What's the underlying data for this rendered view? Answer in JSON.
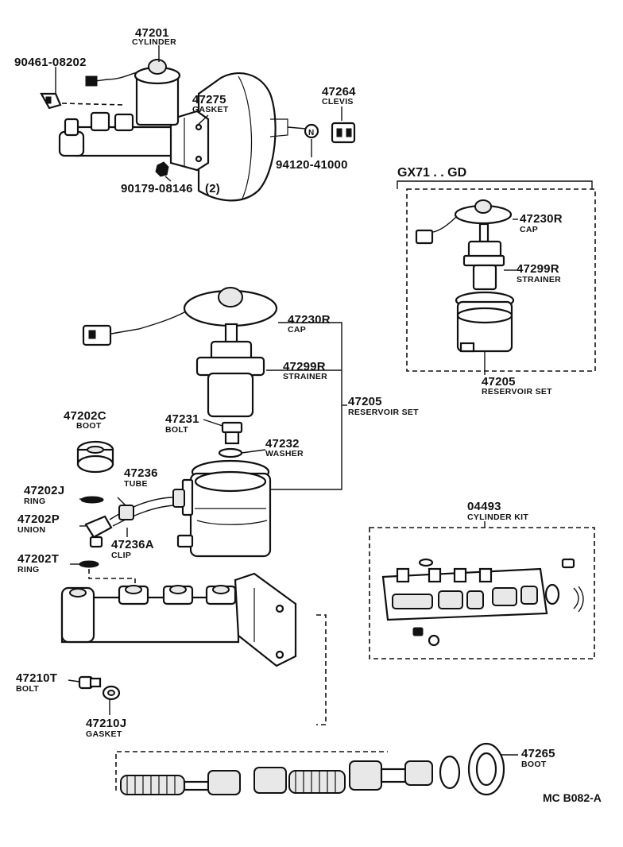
{
  "parts": {
    "cylinder_top": {
      "number": "47201",
      "name": "CYLINDER"
    },
    "screw": {
      "number": "90461-08202"
    },
    "gasket_top": {
      "number": "47275",
      "name": "GASKET"
    },
    "clevis": {
      "number": "47264",
      "name": "CLEVIS"
    },
    "nut_right": {
      "number": "94120-41000"
    },
    "nut_bottom": {
      "number": "90179-08146",
      "qty": "(2)"
    },
    "cap_main": {
      "number": "47230R",
      "name": "CAP"
    },
    "strainer_main": {
      "number": "47299R",
      "name": "STRAINER"
    },
    "reservoir_main": {
      "number": "47205",
      "name": "RESERVOIR SET"
    },
    "boot_small": {
      "number": "47202C",
      "name": "BOOT"
    },
    "bolt_small": {
      "number": "47231",
      "name": "BOLT"
    },
    "washer": {
      "number": "47232",
      "name": "WASHER"
    },
    "tube": {
      "number": "47236",
      "name": "TUBE"
    },
    "ring_j": {
      "number": "47202J",
      "name": "RING"
    },
    "union": {
      "number": "47202P",
      "name": "UNION"
    },
    "clip": {
      "number": "47236A",
      "name": "CLIP"
    },
    "ring_t": {
      "number": "47202T",
      "name": "RING"
    },
    "bolt_t": {
      "number": "47210T",
      "name": "BOLT"
    },
    "gasket_j": {
      "number": "47210J",
      "name": "GASKET"
    },
    "boot_large": {
      "number": "47265",
      "name": "BOOT"
    }
  },
  "gd_box": {
    "title": "GX71 . . GD",
    "cap": {
      "number": "47230R",
      "name": "CAP"
    },
    "strainer": {
      "number": "47299R",
      "name": "STRAINER"
    },
    "reservoir": {
      "number": "47205",
      "name": "RESERVOIR SET"
    }
  },
  "kit_box": {
    "number": "04493",
    "name": "CYLINDER KIT"
  },
  "figure_ref": "MC B082-A"
}
